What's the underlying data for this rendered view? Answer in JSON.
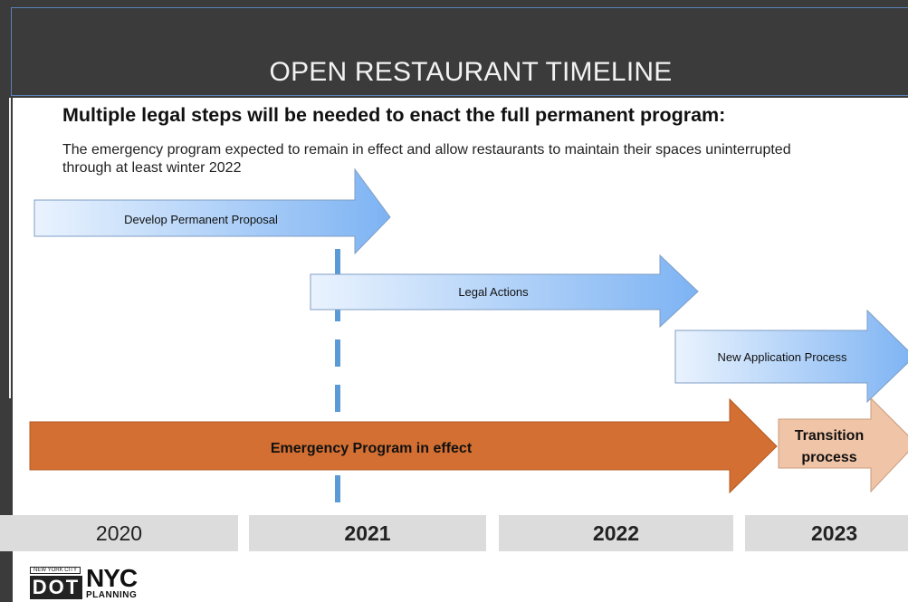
{
  "header": {
    "title": "OPEN RESTAURANT TIMELINE"
  },
  "subtitle": "Multiple legal steps will be needed to enact the full permanent program:",
  "intro": "The emergency program expected to remain in effect and allow restaurants to maintain their spaces uninterrupted through at least winter 2022",
  "arrows": {
    "develop": "Develop Permanent Proposal",
    "legal": "Legal Actions",
    "new_application": "New Application Process",
    "emergency": "Emergency Program in effect",
    "transition_line1": "Transition",
    "transition_line2": "process"
  },
  "years": {
    "y2020": "2020",
    "y2021": "2021",
    "y2022": "2022",
    "y2023": "2023"
  },
  "logos": {
    "dot_top": "NEW YORK CITY",
    "dot_main": "DOT",
    "nyc_main": "NYC",
    "nyc_sub": "PLANNING"
  },
  "colors": {
    "header_bg": "#3b3b3b",
    "blue_arrow_light": "#eaf3fe",
    "blue_arrow_dark": "#7db3f3",
    "emergency_orange": "#d36f32",
    "transition_peach": "#f0c4a6",
    "dashed_line": "#5b9bd5",
    "year_band": "#dcdcdc"
  }
}
